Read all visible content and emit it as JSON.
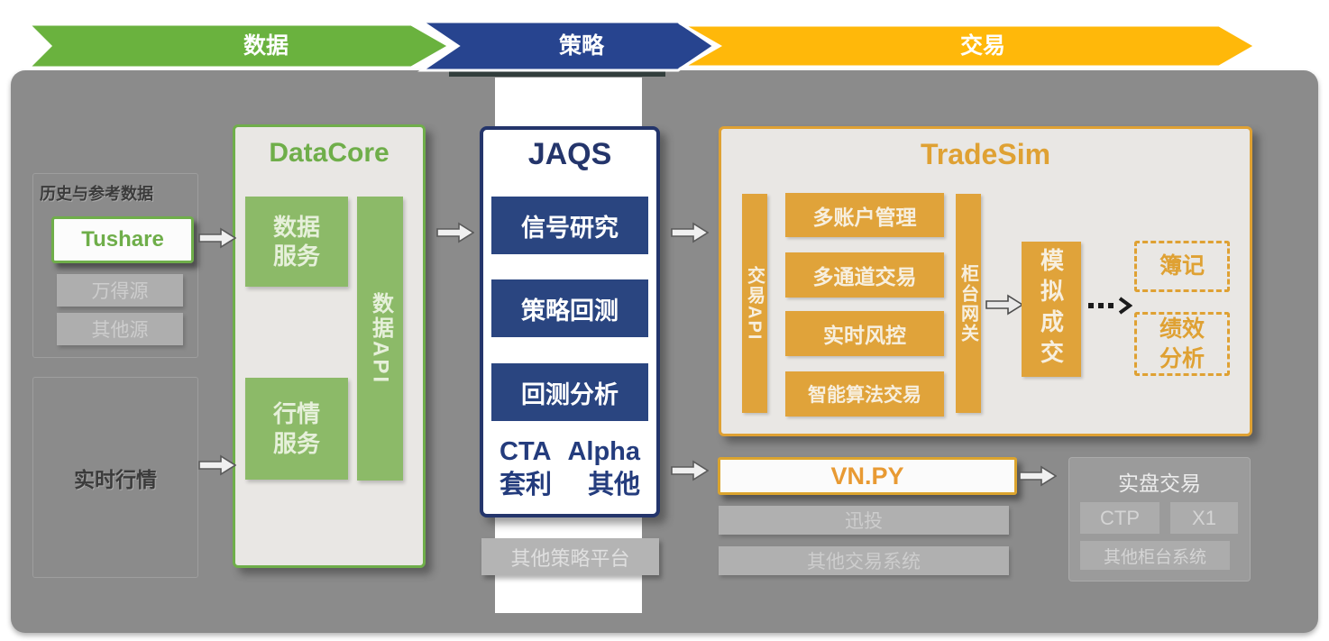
{
  "banner": {
    "stages": [
      {
        "label": "数据",
        "color": "#6ab23e"
      },
      {
        "label": "策略",
        "color": "#27448f"
      },
      {
        "label": "交易",
        "color": "#ffb80a"
      }
    ]
  },
  "left_column": {
    "history": {
      "title": "历史与参考数据",
      "primary_source": "Tushare",
      "other_sources": [
        "万得源",
        "其他源"
      ]
    },
    "realtime": {
      "label": "实时行情"
    }
  },
  "datacore": {
    "title": "DataCore",
    "data_service": "数据\n服务",
    "quote_service": "行情\n服务",
    "api_bar": "数据API"
  },
  "jaqs": {
    "title": "JAQS",
    "modules": [
      "信号研究",
      "策略回测",
      "回测分析"
    ],
    "tags": [
      [
        "CTA",
        "Alpha"
      ],
      [
        "套利",
        "其他"
      ]
    ]
  },
  "other_strategy_platform": "其他策略平台",
  "tradesim": {
    "title": "TradeSim",
    "left_bar": "交易API",
    "modules": [
      "多账户管理",
      "多通道交易",
      "实时风控",
      "智能算法交易"
    ],
    "right_bar": "柜台网关",
    "sim_match": "模拟成交",
    "bookkeeping": "簿记",
    "performance": "绩效\n分析"
  },
  "trading_systems": {
    "primary": "VN.PY",
    "others": [
      "迅投",
      "其他交易系统"
    ]
  },
  "live_trading": {
    "title": "实盘交易",
    "gateways": [
      "CTP",
      "X1"
    ],
    "other": "其他柜台系统"
  },
  "colors": {
    "green": "#6fae4a",
    "navy": "#24356b",
    "orange": "#dfa133",
    "panel_gray": "#8b8b8b"
  }
}
